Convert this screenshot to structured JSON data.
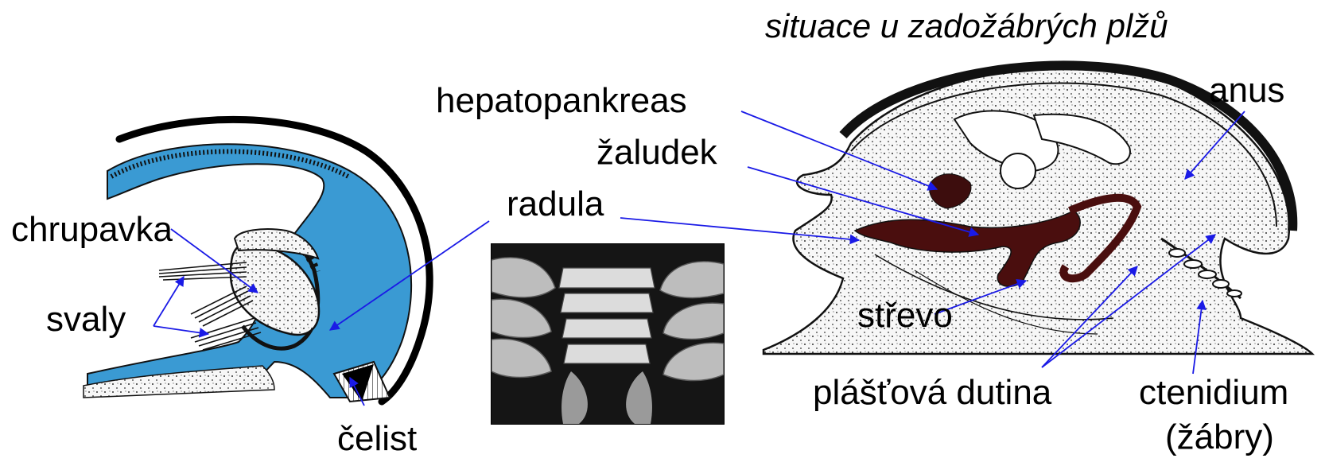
{
  "title": "situace u zadožábrých plžů",
  "labels": {
    "hepatopankreas": "hepatopankreas",
    "zaludek": "žaludek",
    "radula": "radula",
    "chrupavka": "chrupavka",
    "svaly": "svaly",
    "celist": "čelist",
    "anus": "anus",
    "strevo": "střevo",
    "plastova_dutina": "plášťová dutina",
    "ctenidium": "ctenidium",
    "zabry": "(žábry)"
  },
  "colors": {
    "tissue_blue": "#3a9ad3",
    "gut_brown": "#4a0e0e",
    "pointer_blue": "#1a1ae6",
    "speckle_bg": "#f4f4f4",
    "outline": "#000000"
  }
}
